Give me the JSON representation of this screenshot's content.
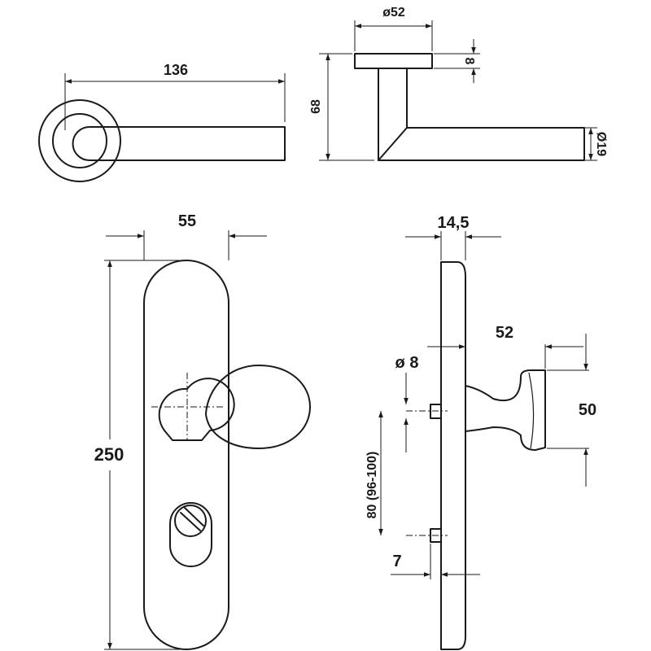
{
  "top_view": {
    "dim_length": "136"
  },
  "side_view": {
    "dim_rose_diameter": "ø52",
    "dim_rose_thickness": "8",
    "dim_height": "68",
    "dim_lever_diameter": "Ø19"
  },
  "front_view": {
    "dim_plate_width": "55",
    "dim_plate_height": "250"
  },
  "profile_view": {
    "dim_plate_thickness": "14,5",
    "dim_knob_projection": "52",
    "dim_pin_diameter": "ø 8",
    "dim_knob_diameter": "50",
    "dim_spacing": "80 (96-100)",
    "dim_pin_length": "7"
  }
}
